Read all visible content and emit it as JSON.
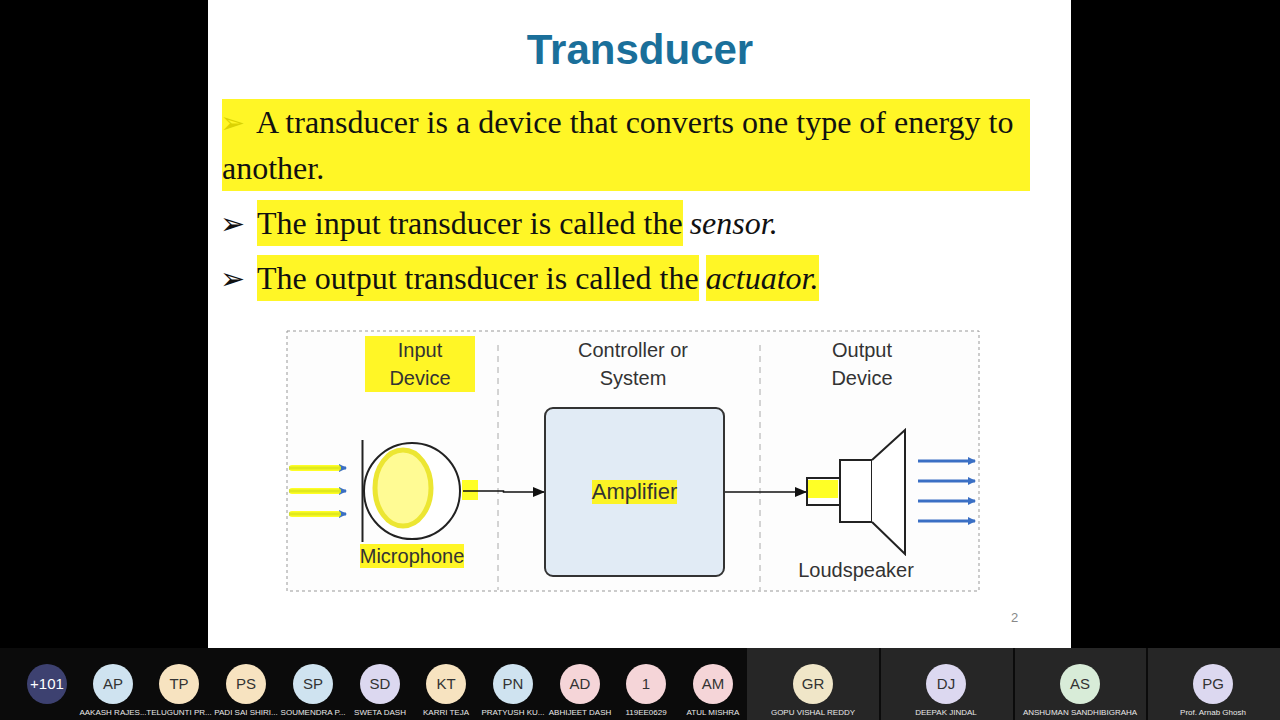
{
  "diagram": {
    "title": "Transducer",
    "nodes": [
      {
        "text": [
          "Microphone"
        ]
      },
      {
        "text": [
          "Amplifier"
        ]
      },
      {
        "text": [
          "Loudspeaker"
        ]
      }
    ],
    "edges": [
      {
        "from": 0,
        "to": 1,
        "arrow": "to"
      },
      {
        "from": 1,
        "to": 2,
        "arrow": "to"
      }
    ],
    "labels": [
      "➢",
      "A transducer is a device that converts one type of energy to another.",
      "➢",
      "The input transducer is called the",
      "sensor.",
      "➢",
      "The output transducer is called the",
      "actuator.",
      "Input Device",
      "Controller or System",
      "Output Device",
      "2",
      "+101",
      "AP",
      "AAKASH RAJES...",
      "TP",
      "TELUGUNTI PR...",
      "PS",
      "PADI SAI SHIRI...",
      "SP",
      "SOUMENDRA P...",
      "SD",
      "SWETA DASH",
      "KT",
      "KARRI TEJA",
      "PN",
      "PRATYUSH KU...",
      "AD",
      "ABHIJEET DASH",
      "1",
      "119EE0629",
      "AM",
      "ATUL MISHRA",
      "GR",
      "GOPU VISHAL REDDY",
      "DJ",
      "DEEPAK JINDAL",
      "AS",
      "ANSHUMAN SANDHIBIGRAHA",
      "PG",
      "Prof. Arnab Ghosh"
    ]
  }
}
